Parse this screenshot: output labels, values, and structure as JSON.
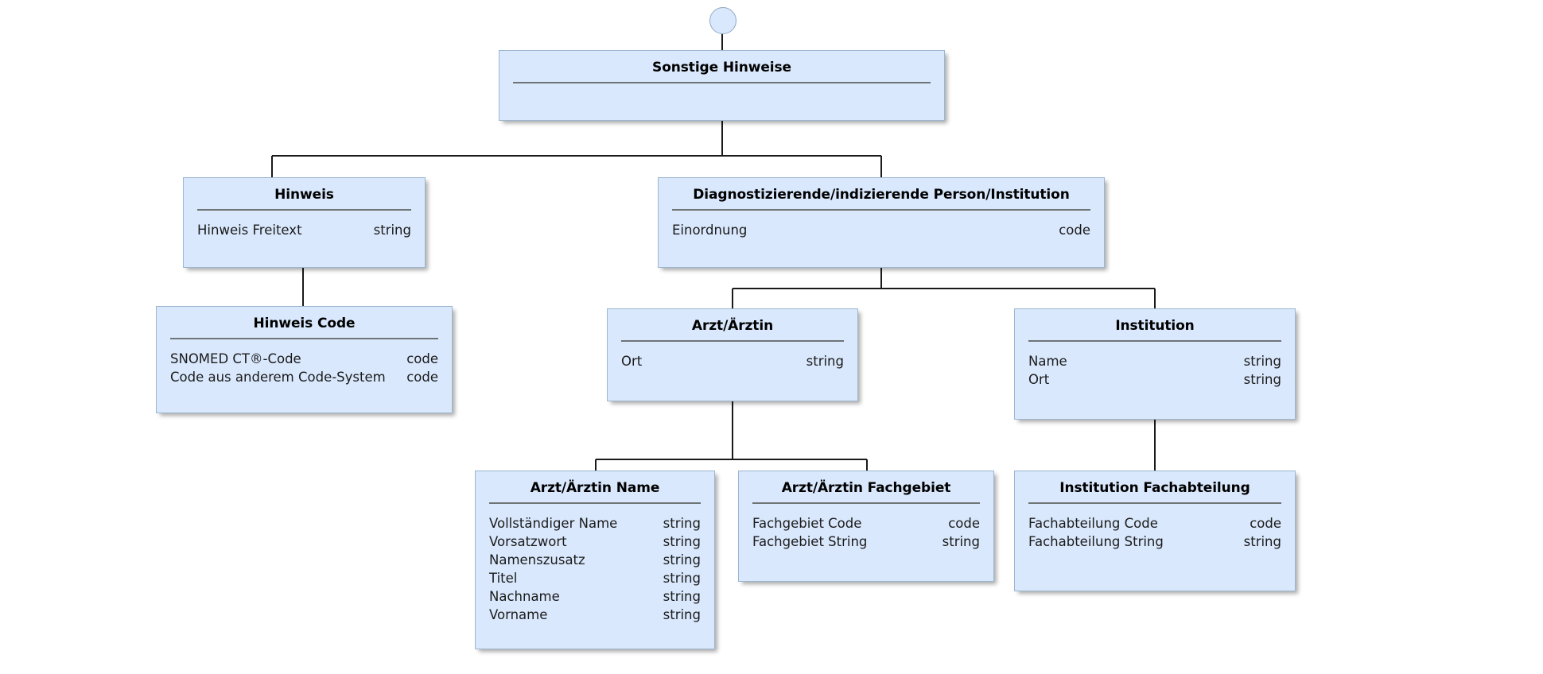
{
  "diagram": {
    "title": "Sonstige Hinweise",
    "type": "class-hierarchy",
    "colors": {
      "node_fill": "#d9e8fc",
      "node_border": "#9cb6cf",
      "title_rule": "#6e7376",
      "edge": "#1a1a1a",
      "background": "#ffffff"
    },
    "start_marker": {
      "name": "start-node",
      "shape": "circle"
    }
  },
  "nodes": [
    {
      "id": "sonstige-hinweise",
      "title": "Sonstige Hinweise",
      "attributes": []
    },
    {
      "id": "hinweis",
      "title": "Hinweis",
      "attributes": [
        {
          "name": "Hinweis Freitext",
          "type": "string"
        }
      ]
    },
    {
      "id": "diagnostizierende-person-institution",
      "title": "Diagnostizierende/indizierende Person/Institution",
      "attributes": [
        {
          "name": "Einordnung",
          "type": "code"
        }
      ]
    },
    {
      "id": "hinweis-code",
      "title": "Hinweis Code",
      "attributes": [
        {
          "name": "SNOMED CT®-Code",
          "type": "code"
        },
        {
          "name": "Code aus anderem Code-System",
          "type": "code"
        }
      ]
    },
    {
      "id": "arzt-aerztin",
      "title": "Arzt/Ärztin",
      "attributes": [
        {
          "name": "Ort",
          "type": "string"
        }
      ]
    },
    {
      "id": "institution",
      "title": "Institution",
      "attributes": [
        {
          "name": "Name",
          "type": "string"
        },
        {
          "name": "Ort",
          "type": "string"
        }
      ]
    },
    {
      "id": "arzt-aerztin-name",
      "title": "Arzt/Ärztin Name",
      "attributes": [
        {
          "name": "Vollständiger Name",
          "type": "string"
        },
        {
          "name": "Vorsatzwort",
          "type": "string"
        },
        {
          "name": "Namenszusatz",
          "type": "string"
        },
        {
          "name": "Titel",
          "type": "string"
        },
        {
          "name": "Nachname",
          "type": "string"
        },
        {
          "name": "Vorname",
          "type": "string"
        }
      ]
    },
    {
      "id": "arzt-aerztin-fachgebiet",
      "title": "Arzt/Ärztin Fachgebiet",
      "attributes": [
        {
          "name": "Fachgebiet Code",
          "type": "code"
        },
        {
          "name": "Fachgebiet String",
          "type": "string"
        }
      ]
    },
    {
      "id": "institution-fachabteilung",
      "title": "Institution Fachabteilung",
      "attributes": [
        {
          "name": "Fachabteilung Code",
          "type": "code"
        },
        {
          "name": "Fachabteilung String",
          "type": "string"
        }
      ]
    }
  ],
  "edges": [
    {
      "from": "start-marker",
      "to": "sonstige-hinweise"
    },
    {
      "from": "sonstige-hinweise",
      "to": "hinweis"
    },
    {
      "from": "sonstige-hinweise",
      "to": "diagnostizierende-person-institution"
    },
    {
      "from": "hinweis",
      "to": "hinweis-code"
    },
    {
      "from": "diagnostizierende-person-institution",
      "to": "arzt-aerztin"
    },
    {
      "from": "diagnostizierende-person-institution",
      "to": "institution"
    },
    {
      "from": "arzt-aerztin",
      "to": "arzt-aerztin-name"
    },
    {
      "from": "arzt-aerztin",
      "to": "arzt-aerztin-fachgebiet"
    },
    {
      "from": "institution",
      "to": "institution-fachabteilung"
    }
  ]
}
